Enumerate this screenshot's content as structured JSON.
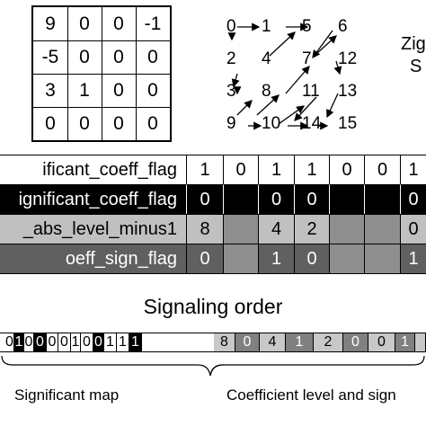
{
  "matrix": [
    [
      "9",
      "0",
      "0",
      "-1"
    ],
    [
      "-5",
      "0",
      "0",
      "0"
    ],
    [
      "3",
      "1",
      "0",
      "0"
    ],
    [
      "0",
      "0",
      "0",
      "0"
    ]
  ],
  "scan": {
    "title_line1": "Zig",
    "title_line2": "S",
    "numbers": [
      "0",
      "1",
      "2",
      "3",
      "4",
      "5",
      "6",
      "7",
      "8",
      "9",
      "10",
      "11",
      "12",
      "13",
      "14",
      "15"
    ]
  },
  "table": {
    "rows": [
      {
        "label": "ificant_coeff_flag",
        "cells": [
          "1",
          "0",
          "1",
          "1",
          "0",
          "0",
          "1"
        ]
      },
      {
        "label": "ignificant_coeff_flag",
        "cells": [
          "0",
          "",
          "0",
          "0",
          "",
          "",
          "0"
        ]
      },
      {
        "label": "_abs_level_minus1",
        "cells": [
          "8",
          "",
          "4",
          "2",
          "",
          "",
          "0"
        ]
      },
      {
        "label": "oeff_sign_flag",
        "cells": [
          "0",
          "",
          "1",
          "0",
          "",
          "",
          "1"
        ]
      }
    ]
  },
  "signaling_title": "Signaling order",
  "bitstream": [
    "0",
    "1",
    "0",
    "0",
    "0",
    "0",
    "1",
    "0",
    "0",
    "1",
    "1",
    "1",
    "8",
    "0",
    "4",
    "1",
    "2",
    "0",
    "0",
    "1",
    ""
  ],
  "brace_labels": {
    "left": "Significant map",
    "right": "Coefficient level and sign"
  },
  "colors": {
    "row_white": "#ffffff",
    "row_black": "#000000",
    "row_light_gray": "#c0c0c0",
    "row_dark_gray": "#606060",
    "bit_black": "#000000",
    "bit_light": "#c8c8c8",
    "bit_dark": "#808080"
  }
}
